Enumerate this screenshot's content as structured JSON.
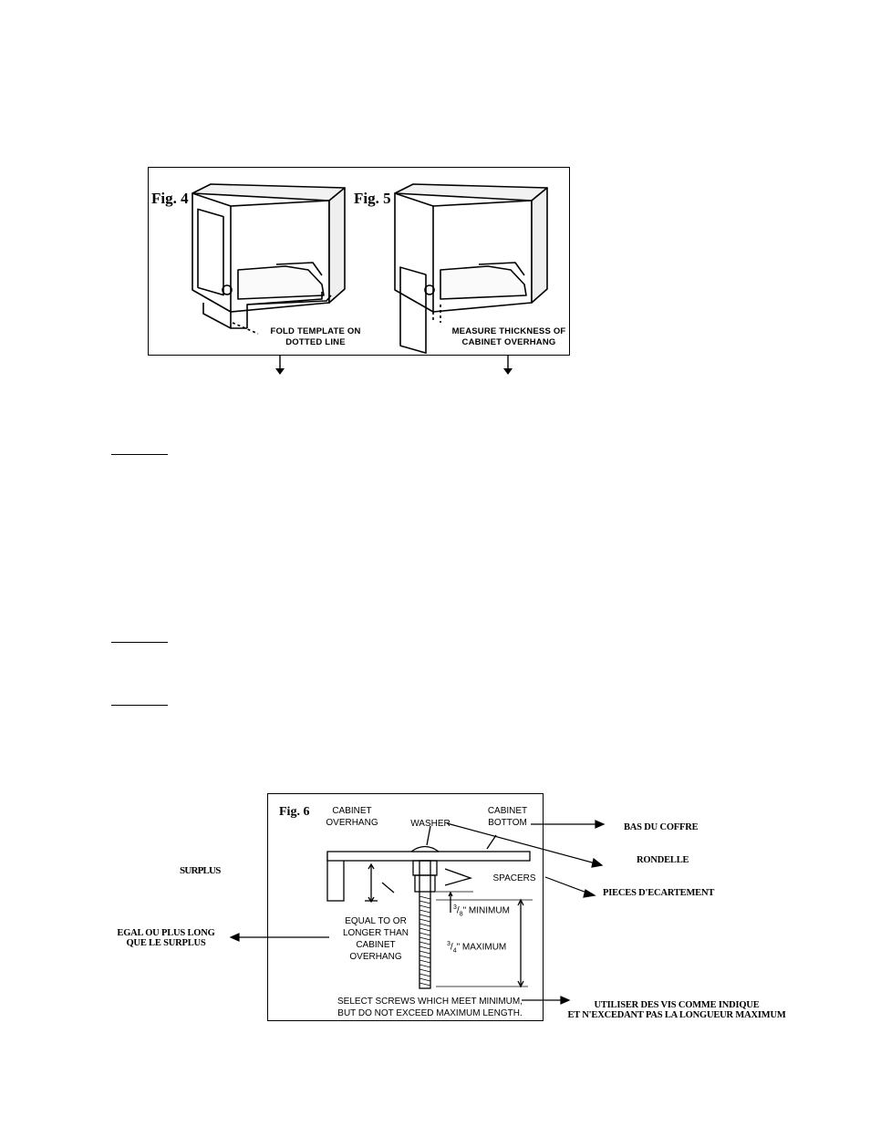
{
  "fig45": {
    "fig4_label": "Fig. 4",
    "fig5_label": "Fig. 5",
    "fig4_caption_line1": "FOLD TEMPLATE ON",
    "fig4_caption_line2": "DOTTED LINE",
    "fig5_caption_line1": "MEASURE THICKNESS OF",
    "fig5_caption_line2": "CABINET OVERHANG"
  },
  "fig6": {
    "label": "Fig. 6",
    "cabinet_overhang_line1": "CABINET",
    "cabinet_overhang_line2": "OVERHANG",
    "washer": "WASHER",
    "cabinet_bottom_line1": "CABINET",
    "cabinet_bottom_line2": "BOTTOM",
    "spacers": "SPACERS",
    "minimum_num": "3",
    "minimum_den": "8",
    "minimum_text": "\" MINIMUM",
    "maximum_num": "3",
    "maximum_den": "4",
    "maximum_text": "\" MAXIMUM",
    "equal_line1": "EQUAL TO OR",
    "equal_line2": "LONGER THAN",
    "equal_line3": "CABINET",
    "equal_line4": "OVERHANG",
    "select_line1": "SELECT SCREWS WHICH MEET MINIMUM,",
    "select_line2": "BUT DO NOT EXCEED MAXIMUM LENGTH."
  },
  "french": {
    "bas_du_coffre": "BAS DU COFFRE",
    "rondelle": "RONDELLE",
    "pieces": "PIECES D'ECARTEMENT",
    "surplus": "SURPLUS",
    "egal_line1": "EGAL OU PLUS LONG",
    "egal_line2": "QUE LE SURPLUS",
    "utiliser_line1": "UTILISER DES VIS COMME INDIQUE",
    "utiliser_line2": "ET N'EXCEDANT PAS LA LONGUEUR MAXIMUM"
  }
}
